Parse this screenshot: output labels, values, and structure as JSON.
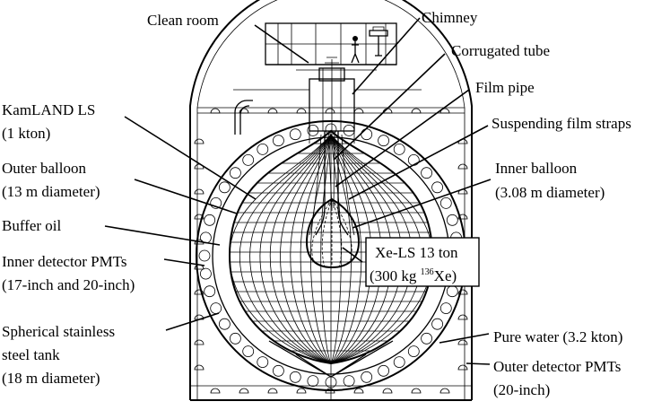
{
  "labels": {
    "clean_room": "Clean room",
    "chimney": "Chimney",
    "corrugated_tube": "Corrugated tube",
    "film_pipe": "Film pipe",
    "suspending_film_straps": "Suspending film straps",
    "kamland_ls_1": "KamLAND LS",
    "kamland_ls_2": "(1 kton)",
    "inner_balloon_1": "Inner balloon",
    "inner_balloon_2": "(3.08 m diameter)",
    "outer_balloon_1": "Outer balloon",
    "outer_balloon_2": "(13 m diameter)",
    "buffer_oil": "Buffer oil",
    "inner_pmts_1": "Inner detector PMTs",
    "inner_pmts_2": "(17-inch and 20-inch)",
    "xe_ls_1": "Xe-LS 13 ton",
    "xe_ls_2_prefix": "(300 kg ",
    "xe_ls_2_sup": "136",
    "xe_ls_2_suffix": "Xe)",
    "tank_1": "Spherical stainless",
    "tank_2": "steel tank",
    "tank_3": "(18 m diameter)",
    "pure_water": "Pure water (3.2 kton)",
    "outer_pmts_1": "Outer detector PMTs",
    "outer_pmts_2": "(20-inch)"
  }
}
